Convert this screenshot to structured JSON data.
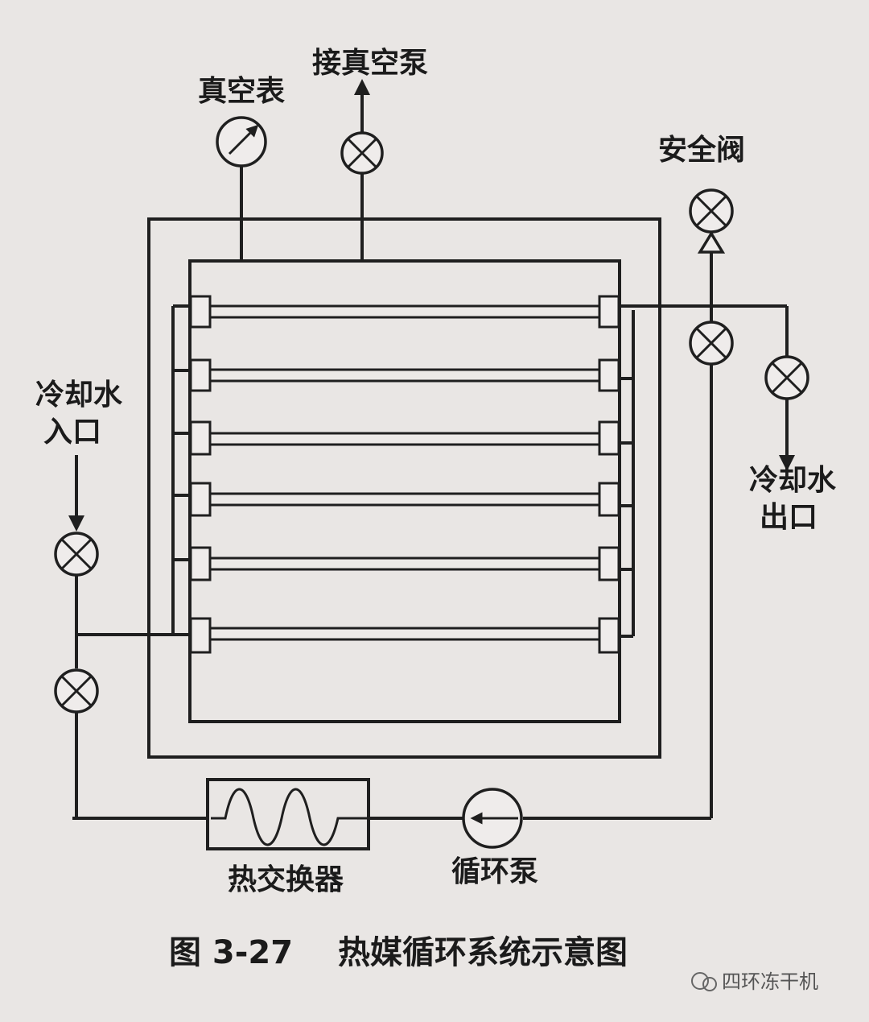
{
  "labels": {
    "vacuum_gauge": "真空表",
    "vacuum_pump": "接真空泵",
    "safety_valve": "安全阀",
    "coolant_in_1": "冷却水",
    "coolant_in_2": "入口",
    "coolant_out_1": "冷却水",
    "coolant_out_2": "出口",
    "heat_exchanger": "热交换器",
    "circulation_pump": "循环泵"
  },
  "caption": {
    "number": "图 3-27",
    "title": "热媒循环系统示意图"
  },
  "watermark": "四环冻干机",
  "colors": {
    "line": "#1f1f1f",
    "paper": "#e9e6e4"
  }
}
